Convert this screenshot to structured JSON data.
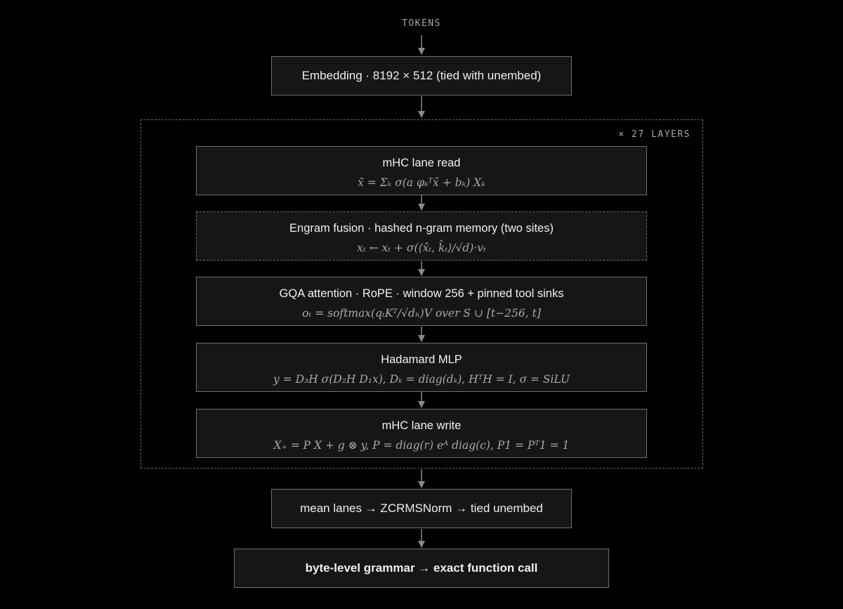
{
  "input_label": "TOKENS",
  "embedding": {
    "label": "Embedding · 8192 × 512 (tied with unembed)"
  },
  "layers": {
    "repeat_label": "× 27 LAYERS",
    "blocks": [
      {
        "title": "mHC lane read",
        "formula": "x̃ = Σₖ σ(a φₖᵀx̂ + bₖ) Xₖ"
      },
      {
        "title": "Engram fusion · hashed n-gram memory (two sites)",
        "formula": "xₜ ← xₜ + σ(⟨x̂ₜ, k̂ₜ⟩/√d)·vₜ"
      },
      {
        "title": "GQA attention · RoPE · window 256 + pinned tool sinks",
        "formula": "oₜ = softmax(qₜKᵀ/√dₕ)V over S ∪ [t−256, t]"
      },
      {
        "title": "Hadamard MLP",
        "formula": "y = D₃H σ(D₂H D₁x),   Dₖ = diag(dₖ),   HᵀH = I,   σ = SiLU"
      },
      {
        "title": "mHC lane write",
        "formula": "X₊ = P X + g ⊗ y,   P = diag(r) eᴬ diag(c),   P1 = Pᵀ1 = 1"
      }
    ]
  },
  "output": {
    "label": "mean lanes → ZCRMSNorm → tied unembed"
  },
  "final": {
    "label": "byte-level grammar → exact function call"
  }
}
